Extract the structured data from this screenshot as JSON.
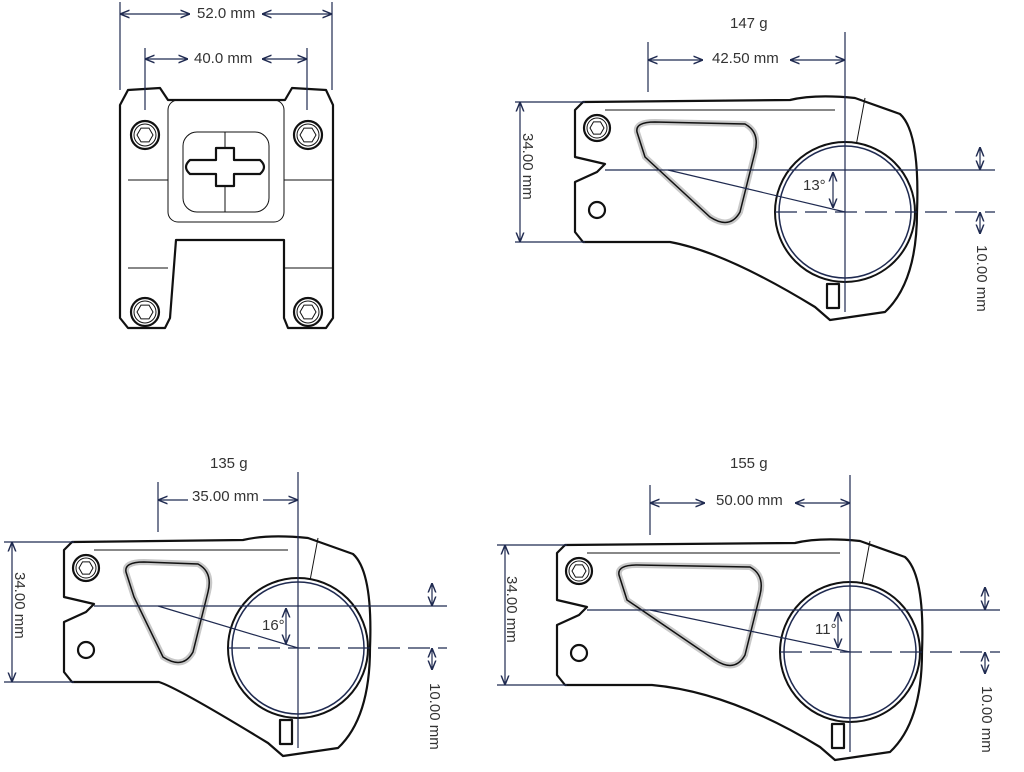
{
  "colors": {
    "outline": "#111111",
    "dimension": "#1f2a50",
    "text": "#333333",
    "highlight": "#c8c8c8"
  },
  "front_view": {
    "outer_width": "52.0 mm",
    "inner_width": "40.0 mm"
  },
  "side_views": [
    {
      "weight": "147 g",
      "length": "42.50 mm",
      "stack": "34.00 mm",
      "rise": "10.00 mm",
      "angle": "13°"
    },
    {
      "weight": "135 g",
      "length": "35.00 mm",
      "stack": "34.00 mm",
      "rise": "10.00 mm",
      "angle": "16°"
    },
    {
      "weight": "155 g",
      "length": "50.00 mm",
      "stack": "34.00 mm",
      "rise": "10.00 mm",
      "angle": "11°"
    }
  ]
}
